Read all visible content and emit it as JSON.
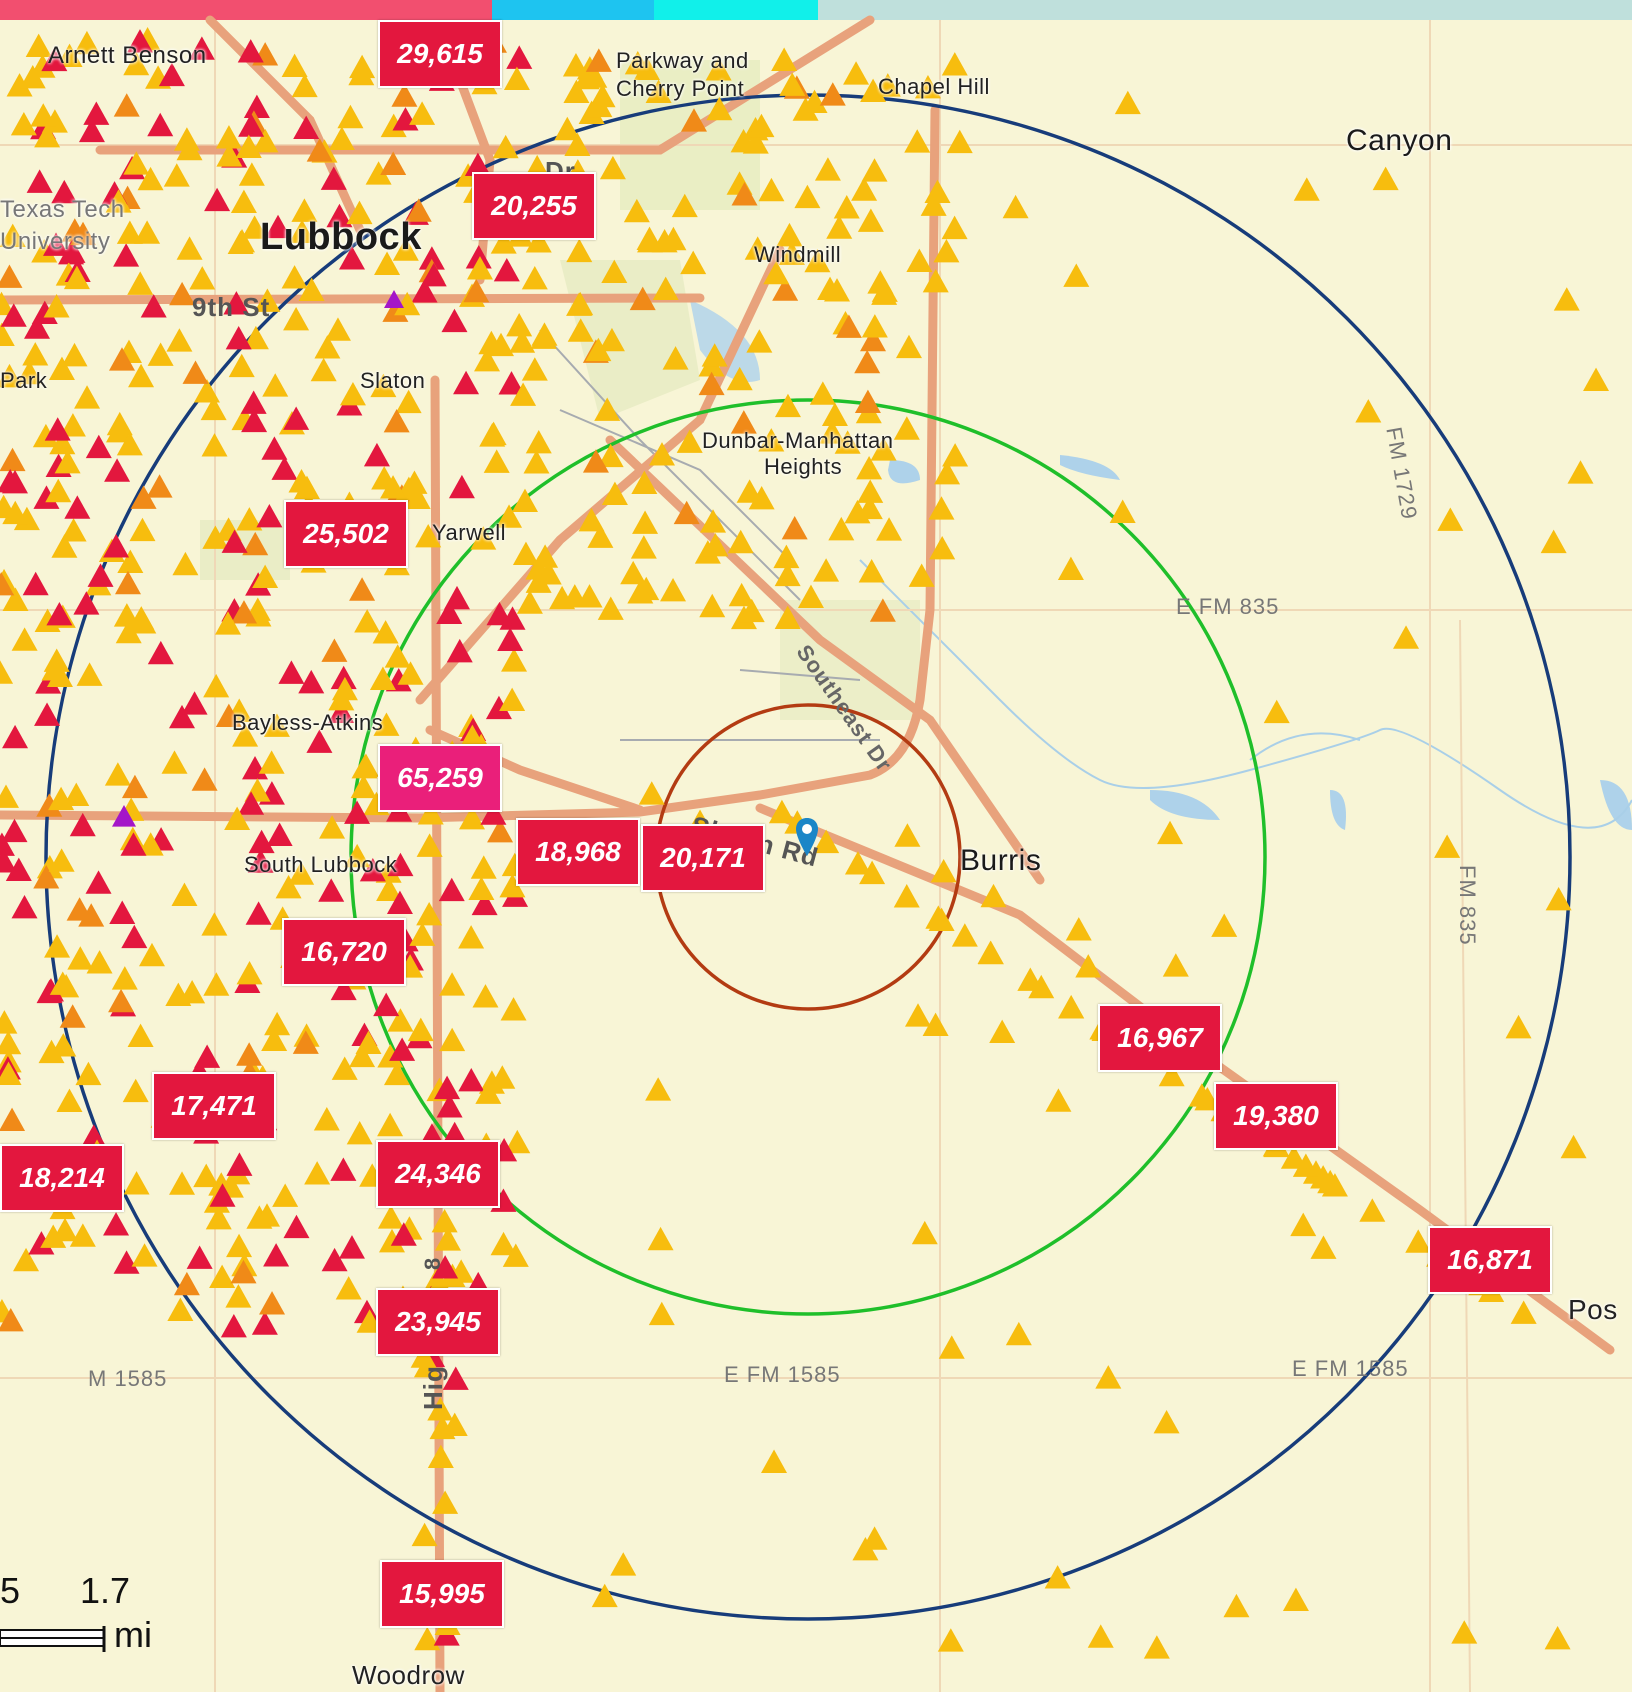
{
  "top_bar_colors": [
    "#f24f6f",
    "#1ec4f0",
    "#11f0ea",
    "#bfe0dc"
  ],
  "colors": {
    "background": "#f8f5d6",
    "road": "#e8a27c",
    "ring_inner": "#b33b12",
    "ring_middle": "#1fbf2a",
    "ring_outer": "#173c7a",
    "label_box": "#e3173e",
    "label_box_highlight": "#ea1f7a",
    "marker_high": "#e3173e",
    "marker_mid": "#f08a18",
    "marker_low": "#f7bd0e",
    "marker_special": "#a416c8",
    "pin": "#1b86c7"
  },
  "places": [
    {
      "id": "arnett-benson",
      "text": "Arnett Benson"
    },
    {
      "id": "parkway",
      "text": "Parkway and"
    },
    {
      "id": "cherry-point",
      "text": "Cherry Point"
    },
    {
      "id": "chapel-hill",
      "text": "Chapel Hill"
    },
    {
      "id": "canyon",
      "text": "Canyon"
    },
    {
      "id": "texas-tech",
      "text": "Texas Tech"
    },
    {
      "id": "university",
      "text": "University"
    },
    {
      "id": "lubbock",
      "text": "Lubbock"
    },
    {
      "id": "windmill",
      "text": "Windmill"
    },
    {
      "id": "park",
      "text": "Park"
    },
    {
      "id": "slaton",
      "text": "Slaton"
    },
    {
      "id": "dunbar",
      "text": "Dunbar-Manhattan"
    },
    {
      "id": "heights",
      "text": "Heights"
    },
    {
      "id": "yarwell",
      "text": "Yarwell"
    },
    {
      "id": "bayless",
      "text": "Bayless-Atkins"
    },
    {
      "id": "south-lubbock",
      "text": "South Lubbock"
    },
    {
      "id": "burris",
      "text": "Burris"
    },
    {
      "id": "posey",
      "text": "Pos"
    },
    {
      "id": "woodrow",
      "text": "Woodrow"
    }
  ],
  "roads": [
    {
      "id": "fm835-e",
      "text": "E FM 835"
    },
    {
      "id": "fm1729",
      "text": "FM 1729"
    },
    {
      "id": "fm835-v",
      "text": "FM 835"
    },
    {
      "id": "fm1585-mid",
      "text": "E FM 1585"
    },
    {
      "id": "fm1585-right",
      "text": "E FM 1585"
    },
    {
      "id": "fm1585-left",
      "text": "M 1585"
    },
    {
      "id": "southeast",
      "text": "Southeast Dr"
    },
    {
      "id": "slaton-rd",
      "text": "Slaton Rd"
    },
    {
      "id": "hwy",
      "text": "Hig"
    },
    {
      "id": "hwy-num",
      "text": "8"
    },
    {
      "id": "dr",
      "text": "Dr"
    },
    {
      "id": "sth",
      "text": "9th St"
    }
  ],
  "traffic_counts": [
    {
      "id": "c29615",
      "value": "29,615"
    },
    {
      "id": "c20255",
      "value": "20,255"
    },
    {
      "id": "c25502",
      "value": "25,502"
    },
    {
      "id": "c65259",
      "value": "65,259"
    },
    {
      "id": "c18968",
      "value": "18,968"
    },
    {
      "id": "c20171",
      "value": "20,171"
    },
    {
      "id": "c16720",
      "value": "16,720"
    },
    {
      "id": "c16967",
      "value": "16,967"
    },
    {
      "id": "c19380",
      "value": "19,380"
    },
    {
      "id": "c17471",
      "value": "17,471"
    },
    {
      "id": "c18214",
      "value": "18,214"
    },
    {
      "id": "c24346",
      "value": "24,346"
    },
    {
      "id": "c16871",
      "value": "16,871"
    },
    {
      "id": "c23945",
      "value": "23,945"
    },
    {
      "id": "c15995",
      "value": "15,995"
    }
  ],
  "scale": {
    "left_value": "5",
    "right_value": "1.7",
    "unit": "mi"
  }
}
